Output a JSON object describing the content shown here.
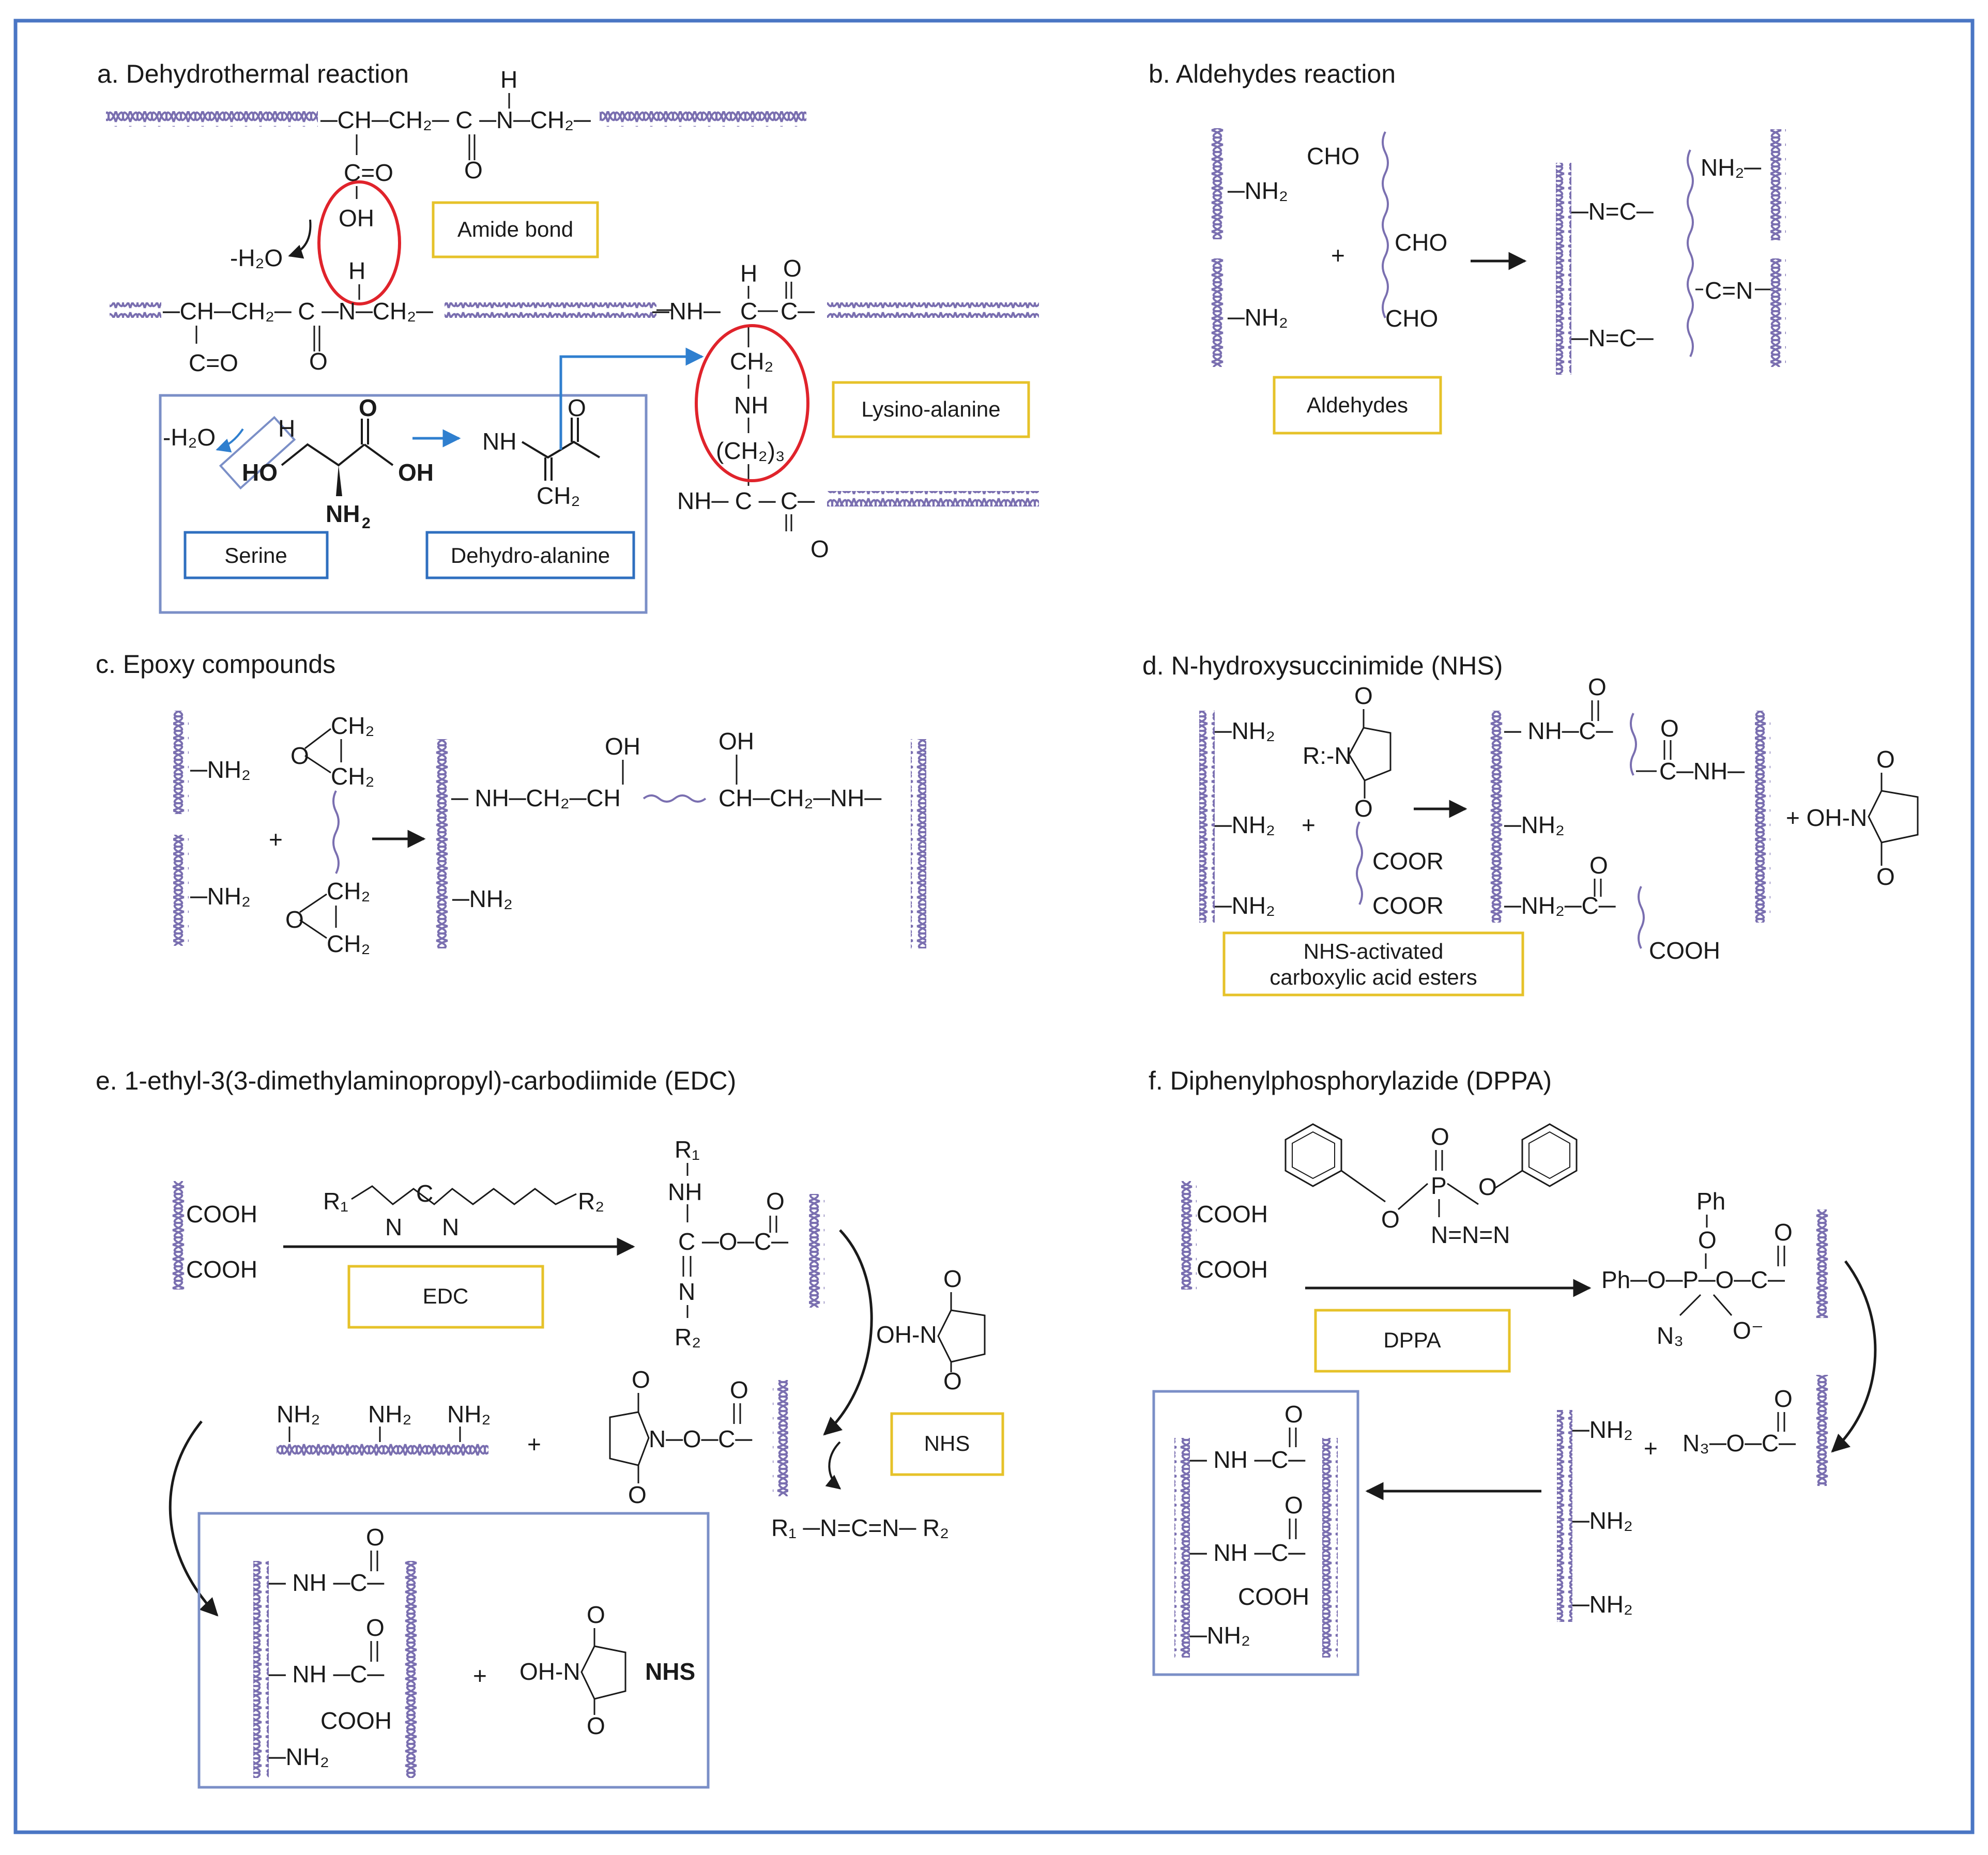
{
  "colors": {
    "frame": "#4a76c4",
    "yellow_box": "#e6c229",
    "blue_box": "#2f6fbf",
    "red_circle": "#e0232b",
    "chain": "#7a6fb0",
    "blue_arrow": "#2f7fcf"
  },
  "panel_a": {
    "title": "a. Dehydrothermal reaction",
    "amide_box": "Amide bond",
    "lysino_box": "Lysino-alanine",
    "serine_box": "Serine",
    "dehydro_box": "Dehydro-alanine",
    "h2o_1": "-H₂O",
    "h2o_2": "-H₂O",
    "top_chain_text": "─CH─CH₂─ C ─N─CH₂─",
    "top_H": "H",
    "top_O": "O",
    "cO": "C=O",
    "OH": "OH",
    "H_mid": "H",
    "mid_chain_text": "─CH─CH₂─ C ─N─CH₂─",
    "mid_O": "O",
    "mid_CO": "C=O",
    "nh_left": "─NH─",
    "c_alpha": "C",
    "c_carbonyl": "C─",
    "H_up": "H",
    "O_up": "O",
    "CH2": "CH₂",
    "NH": "NH",
    "CH23": "(CH₂)₃",
    "nh_bottom": "NH─ C ─",
    "c_bottom": "C─",
    "O_bottom": "O",
    "ser_H": "H",
    "ser_O": "O",
    "ser_HO": "HO",
    "ser_OH": "OH",
    "ser_NH2": "NH",
    "ser_NH2_sub": "2",
    "dha_NH": "NH",
    "dha_O": "O",
    "dha_CH2": "CH₂"
  },
  "panel_b": {
    "title": "b. Aldehydes reaction",
    "aldehydes_box": "Aldehydes",
    "nh2_1": "─NH₂",
    "nh2_2": "─NH₂",
    "cho_1": "CHO",
    "cho_2": "CHO",
    "cho_3": "CHO",
    "plus": "+",
    "n_c_1": "─N=C─",
    "n_c_2": "─N=C─",
    "nh2_right": "NH₂─",
    "c_n": "C=N"
  },
  "panel_c": {
    "title": "c. Epoxy compounds",
    "nh2_1": "─NH₂",
    "nh2_2": "─NH₂",
    "plus": "+",
    "O_1": "O",
    "O_2": "O",
    "ch2_a": "CH₂",
    "ch2_b": "CH₂",
    "ch2_c": "CH₂",
    "ch2_d": "CH₂",
    "OH_1": "OH",
    "OH_2": "OH",
    "product_left": "─ NH─CH₂─CH",
    "product_right": "CH─CH₂─NH─",
    "nh2_product": "─NH₂"
  },
  "panel_d": {
    "title": "d. N-hydroxysuccinimide (NHS)",
    "nhs_box_line1": "NHS-activated",
    "nhs_box_line2": "carboxylic acid esters",
    "nh2_1": "─NH₂",
    "nh2_2": "─NH₂",
    "nh2_3": "─NH₂",
    "plus_1": "+",
    "R_N": "R:-N",
    "O_top": "O",
    "O_bot": "O",
    "coor_1": "COOR",
    "coor_2": "COOR",
    "nh_c": "─ NH─C─",
    "c_nh": "C─NH─",
    "nh2_p1": "─NH₂",
    "nh2_c": "─NH₂─C─",
    "cooh": "COOH",
    "O_a": "O",
    "O_b": "O",
    "O_c": "O",
    "plus_oh": "+ OH-N",
    "O_nhs_top": "O",
    "O_nhs_bot": "O"
  },
  "panel_e": {
    "title": "e. 1-ethyl-3(3-dimethylaminopropyl)-carbodiimide (EDC)",
    "edc_box": "EDC",
    "nhs_box": "NHS",
    "cooh_1": "COOH",
    "cooh_2": "COOH",
    "R1": "R₁",
    "R2": "R₂",
    "C": "C",
    "N_1": "N",
    "N_2": "N",
    "int_R1": "R₁",
    "int_NH": "NH",
    "int_C": "C ─O─C─",
    "int_N": "N",
    "int_R2": "R₂",
    "int_O": "O",
    "oh_n": "OH-N",
    "O_1": "O",
    "O_2": "O",
    "nh2_a": "NH₂",
    "nh2_b": "NH₂",
    "nh2_c": "NH₂",
    "plus_1": "+",
    "ester_text": "N─O─C─",
    "O_3": "O",
    "O_4": "O",
    "O_5": "O",
    "urea": "R₁ ─N=C=N─ R₂",
    "p_nh_1": "─ NH  ─C─",
    "p_nh_2": "─ NH  ─C─",
    "p_O_1": "O",
    "p_O_2": "O",
    "p_cooh": "COOH",
    "p_nh2": "─NH₂",
    "plus_2": "+",
    "p_ohn": "OH-N",
    "p_O_3": "O",
    "p_O_4": "O",
    "p_nhs": "NHS"
  },
  "panel_f": {
    "title": "f. Diphenylphosphorylazide (DPPA)",
    "dppa_box": "DPPA",
    "cooh_1": "COOH",
    "cooh_2": "COOH",
    "P": "P",
    "O_top": "O",
    "O_l": "O",
    "O_r": "O",
    "azide": "N=N=N",
    "Ph_top": "Ph",
    "O_ph": "O",
    "int_text": "Ph─O─P─O─C─",
    "N3": "N₃",
    "O_minus": "O⁻",
    "O_int": "O",
    "nh2_1": "─NH₂",
    "nh2_2": "─NH₂",
    "nh2_3": "─NH₂",
    "plus": "+",
    "acyl_azide": "N₃─O─C─",
    "O_az": "O",
    "p_nh_1": "─ NH  ─C─",
    "p_nh_2": "─ NH  ─C─",
    "p_O_1": "O",
    "p_O_2": "O",
    "p_cooh": "COOH",
    "p_nh2": "─NH₂"
  }
}
